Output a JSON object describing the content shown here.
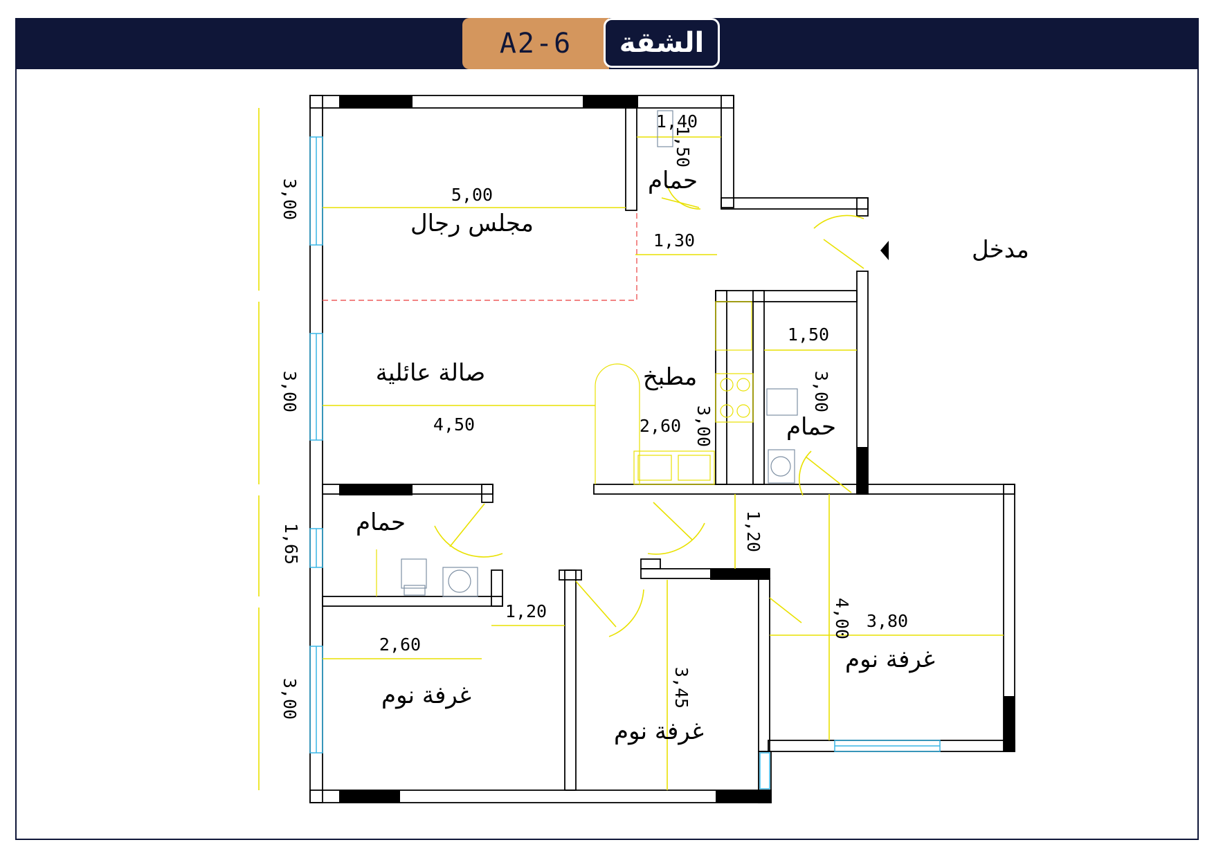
{
  "header": {
    "title": "الشقة",
    "apartment_code": "A2-6"
  },
  "colors": {
    "header_bg": "#0f1638",
    "code_bg": "#d4965d",
    "dimension_line": "#e9e100",
    "window": "#39b6e6",
    "wall": "#000000"
  },
  "entrance": {
    "label": "مدخل"
  },
  "rooms": [
    {
      "id": "mens-majlis",
      "label": "مجلس رجال",
      "dims": [
        "5,00",
        "3,00"
      ]
    },
    {
      "id": "bath-top",
      "label": "حمام",
      "dims": [
        "1,40",
        "1,50"
      ]
    },
    {
      "id": "corridor",
      "label": "",
      "dims": [
        "1,30"
      ]
    },
    {
      "id": "family-hall",
      "label": "صالة عائلية",
      "dims": [
        "4,50",
        "3,00"
      ]
    },
    {
      "id": "kitchen",
      "label": "مطبخ",
      "dims": [
        "2,60",
        "3,00"
      ]
    },
    {
      "id": "bath-right",
      "label": "حمام",
      "dims": [
        "1,50",
        "3,00"
      ]
    },
    {
      "id": "bath-left",
      "label": "حمام",
      "dims": [
        "1,65"
      ]
    },
    {
      "id": "bedroom-left",
      "label": "غرفة نوم",
      "dims": [
        "2,60",
        "3,00",
        "1,20"
      ]
    },
    {
      "id": "bedroom-middle",
      "label": "غرفة نوم",
      "dims": [
        "3,45"
      ]
    },
    {
      "id": "bedroom-right",
      "label": "غرفة نوم",
      "dims": [
        "3,80",
        "4,00"
      ]
    },
    {
      "id": "passage",
      "label": "",
      "dims": [
        "1,20"
      ]
    }
  ]
}
